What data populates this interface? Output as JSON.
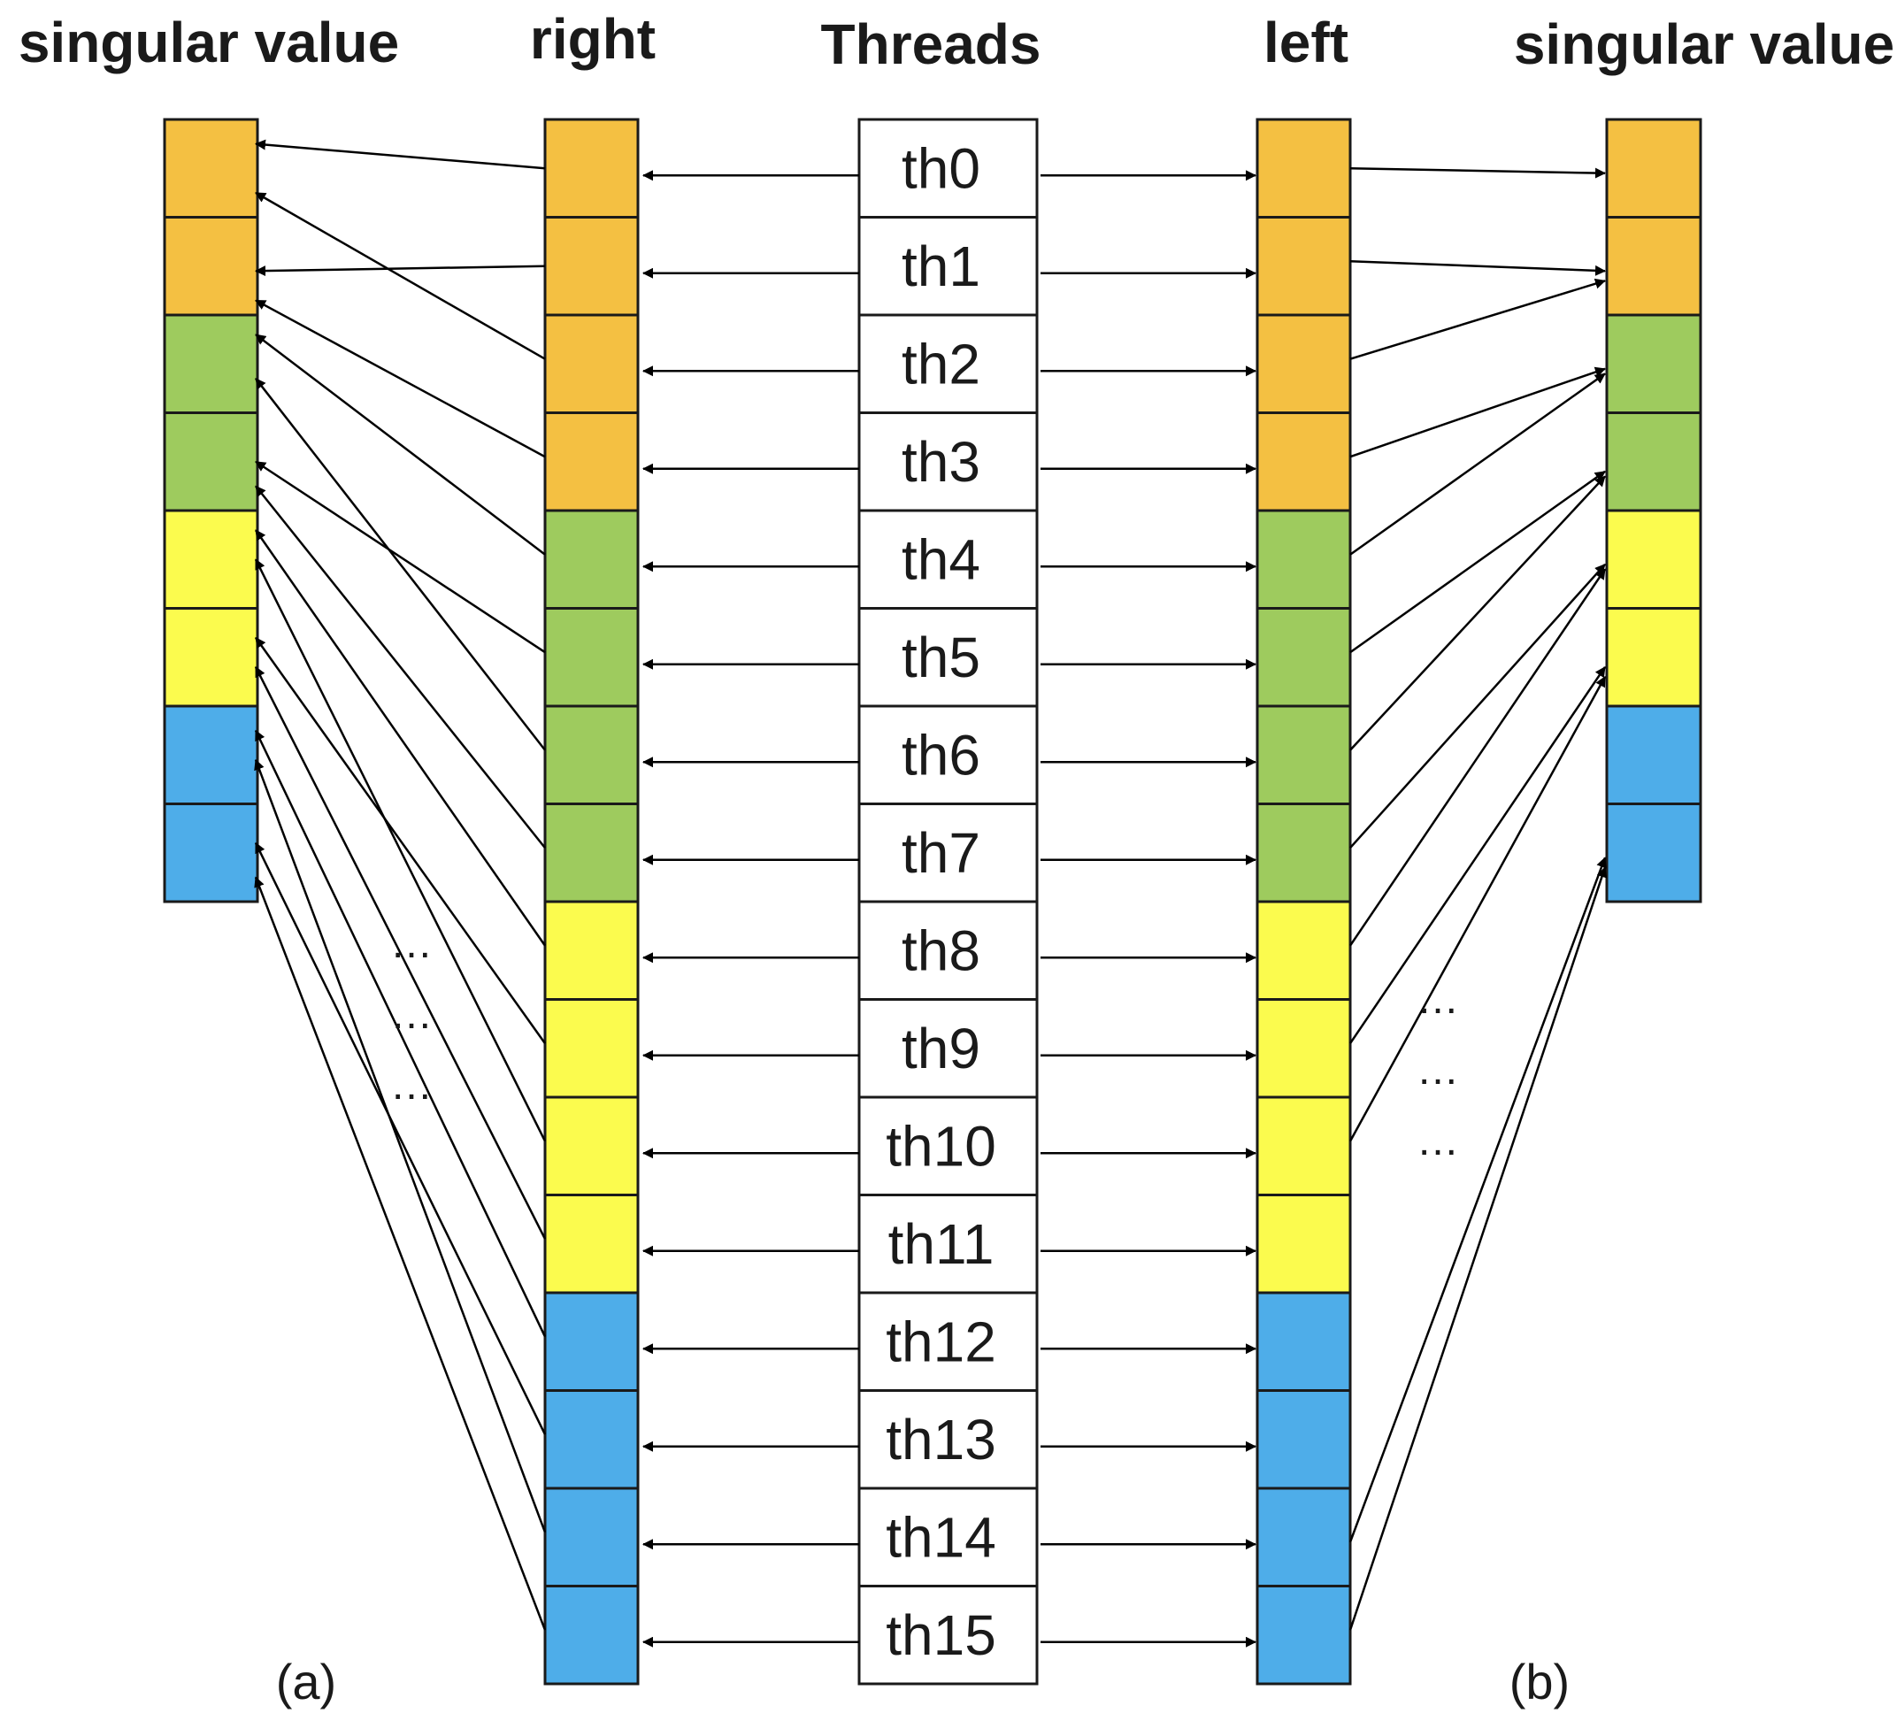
{
  "headers": {
    "singular_value_left": "singular value",
    "right": "right",
    "threads": "Threads",
    "left": "left",
    "singular_value_right": "singular value"
  },
  "threads": [
    "th0",
    "th1",
    "th2",
    "th3",
    "th4",
    "th5",
    "th6",
    "th7",
    "th8",
    "th9",
    "th10",
    "th11",
    "th12",
    "th13",
    "th14",
    "th15"
  ],
  "ellipsis": "...",
  "captions": {
    "a": "(a)",
    "b": "(b)"
  },
  "colors": {
    "orange": "#f4c042",
    "green": "#9ecb5e",
    "yellow": "#fbfb4e",
    "blue": "#4eade9",
    "stroke": "#1a1a1a",
    "arrow": "#000000"
  },
  "column_groups": [
    "orange",
    "orange",
    "orange",
    "orange",
    "green",
    "green",
    "green",
    "green",
    "yellow",
    "yellow",
    "yellow",
    "yellow",
    "blue",
    "blue",
    "blue",
    "blue"
  ],
  "singular_groups": [
    "orange",
    "orange",
    "green",
    "green",
    "yellow",
    "yellow",
    "blue",
    "blue"
  ]
}
